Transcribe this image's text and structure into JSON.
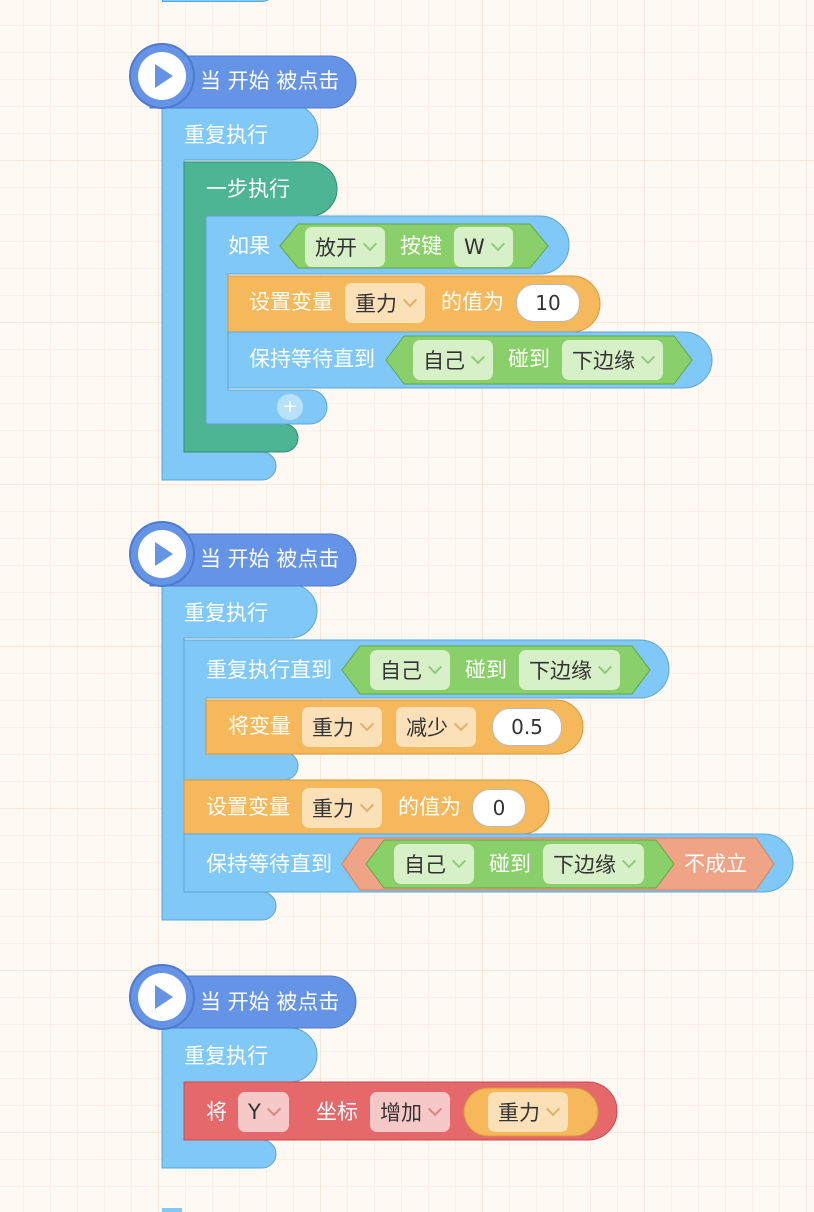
{
  "script1": {
    "hat_label": "当 开始 被点击",
    "forever_label": "重复执行",
    "step_label": "一步执行",
    "if_label": "如果",
    "if_cond": {
      "state": "放开",
      "key_label": "按键",
      "key": "W"
    },
    "set_var_label": "设置变量",
    "set_var_name": "重力",
    "set_value_label": "的值为",
    "set_value": "10",
    "wait_until_label": "保持等待直到",
    "touch_target": "自己",
    "touch_label": "碰到",
    "touch_edge": "下边缘",
    "add_icon": "plus-icon"
  },
  "script2": {
    "hat_label": "当 开始 被点击",
    "forever_label": "重复执行",
    "repeat_until_label": "重复执行直到",
    "touch_target": "自己",
    "touch_label": "碰到",
    "touch_edge": "下边缘",
    "change_var_label": "将变量",
    "change_var_name": "重力",
    "change_op": "减少",
    "change_value": "0.5",
    "set_var_label": "设置变量",
    "set_var_name": "重力",
    "set_value_label": "的值为",
    "set_value": "0",
    "wait_until_label": "保持等待直到",
    "touch_target2": "自己",
    "touch_label2": "碰到",
    "touch_edge2": "下边缘",
    "not_label": "不成立"
  },
  "script3": {
    "hat_label": "当 开始 被点击",
    "forever_label": "重复执行",
    "move_label": "将",
    "axis": "Y",
    "coord_label": "坐标",
    "op": "增加",
    "var": "重力"
  },
  "colors": {
    "event": "#6593e5",
    "control": "#7fc8f8",
    "step": "#4db593",
    "variable": "#f5b95c",
    "sensing": "#8ad06a",
    "operator": "#f0a486",
    "motion": "#e5696b"
  }
}
